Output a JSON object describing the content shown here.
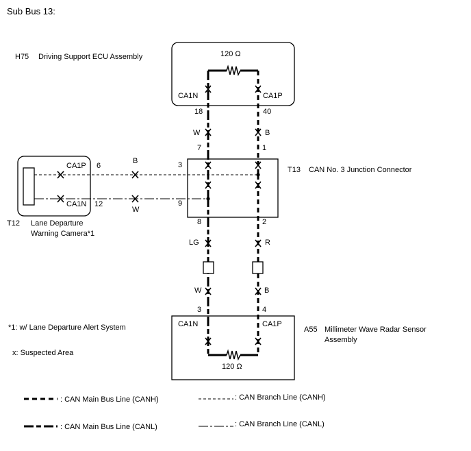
{
  "title": "Sub Bus 13:",
  "components": {
    "h75": {
      "code": "H75",
      "name": "Driving Support ECU Assembly",
      "resistor": "120 Ω",
      "pin_left": "CA1N",
      "pin_right": "CA1P",
      "num_left": "18",
      "num_right": "40"
    },
    "t13": {
      "code": "T13",
      "name": "CAN No. 3 Junction Connector",
      "pins": {
        "top_left": "7",
        "top_right": "1",
        "side_high": "3",
        "side_low": "9",
        "bottom_left": "8",
        "bottom_right": "2"
      }
    },
    "t12": {
      "code": "T12",
      "name_line1": "Lane Departure",
      "name_line2": "Warning Camera*1",
      "pin_high": "CA1P",
      "pin_low": "CA1N",
      "num_high": "6",
      "num_low": "12"
    },
    "a55": {
      "code": "A55",
      "name_line1": "Millimeter Wave Radar Sensor",
      "name_line2": "Assembly",
      "resistor": "120 Ω",
      "pin_left": "CA1N",
      "pin_right": "CA1P",
      "num_left": "3",
      "num_right": "4"
    }
  },
  "wire_colors": {
    "upper_left": "W",
    "upper_right": "B",
    "branch_high": "B",
    "branch_low": "W",
    "middle_left": "LG",
    "middle_right": "R",
    "lower_left": "W",
    "lower_right": "B"
  },
  "notes": {
    "footnote": "*1: w/ Lane Departure Alert System",
    "suspected": "x: Suspected Area"
  },
  "legend": [
    {
      "key": "canh_main",
      "label": ": CAN Main Bus Line (CANH)"
    },
    {
      "key": "canl_main",
      "label": ": CAN Main Bus Line (CANL)"
    },
    {
      "key": "canh_branch",
      "label": ": CAN Branch Line (CANH)"
    },
    {
      "key": "canl_branch",
      "label": ": CAN Branch Line (CANL)"
    }
  ]
}
